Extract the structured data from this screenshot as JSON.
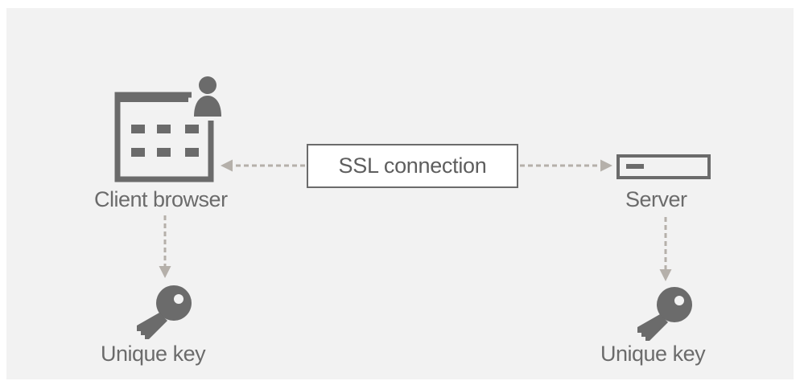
{
  "diagram": {
    "nodes": {
      "client": {
        "label": "Client browser",
        "icon": "browser-window-user-icon"
      },
      "server": {
        "label": "Server",
        "icon": "server-icon"
      },
      "client_key": {
        "label": "Unique key",
        "icon": "key-icon"
      },
      "server_key": {
        "label": "Unique key",
        "icon": "key-icon"
      },
      "connection": {
        "label": "SSL connection"
      }
    },
    "colors": {
      "background": "#f2f2f2",
      "icon": "#6b6b6b",
      "arrow": "#b5b0aa",
      "text": "#6b6b6b"
    }
  }
}
